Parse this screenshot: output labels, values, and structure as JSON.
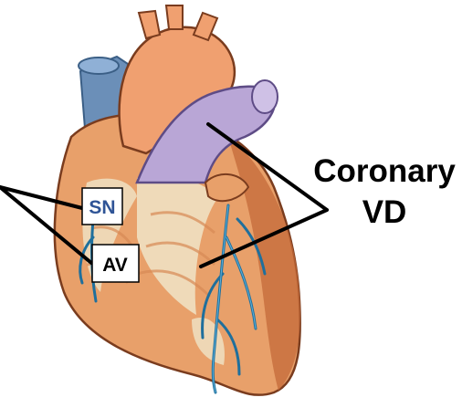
{
  "labels": {
    "sn": "SN",
    "av": "AV",
    "coronary_line1": "Coronary",
    "coronary_line2": "VD"
  },
  "colors": {
    "sn_text": "#2f5496",
    "av_text": "#000000",
    "coronary_text": "#000000",
    "heart_body": "#e8a06a",
    "heart_dark": "#c46a3a",
    "heart_light": "#f2c9a0",
    "fat_patch": "#efe0c2",
    "aorta": "#f0a070",
    "pulmonary": "#b9a6d6",
    "vena_cava": "#6b8fb8",
    "vessel": "#1f6f9c",
    "pointer_line": "#000000"
  },
  "icons": {
    "heart": "heart-illustration-icon"
  }
}
